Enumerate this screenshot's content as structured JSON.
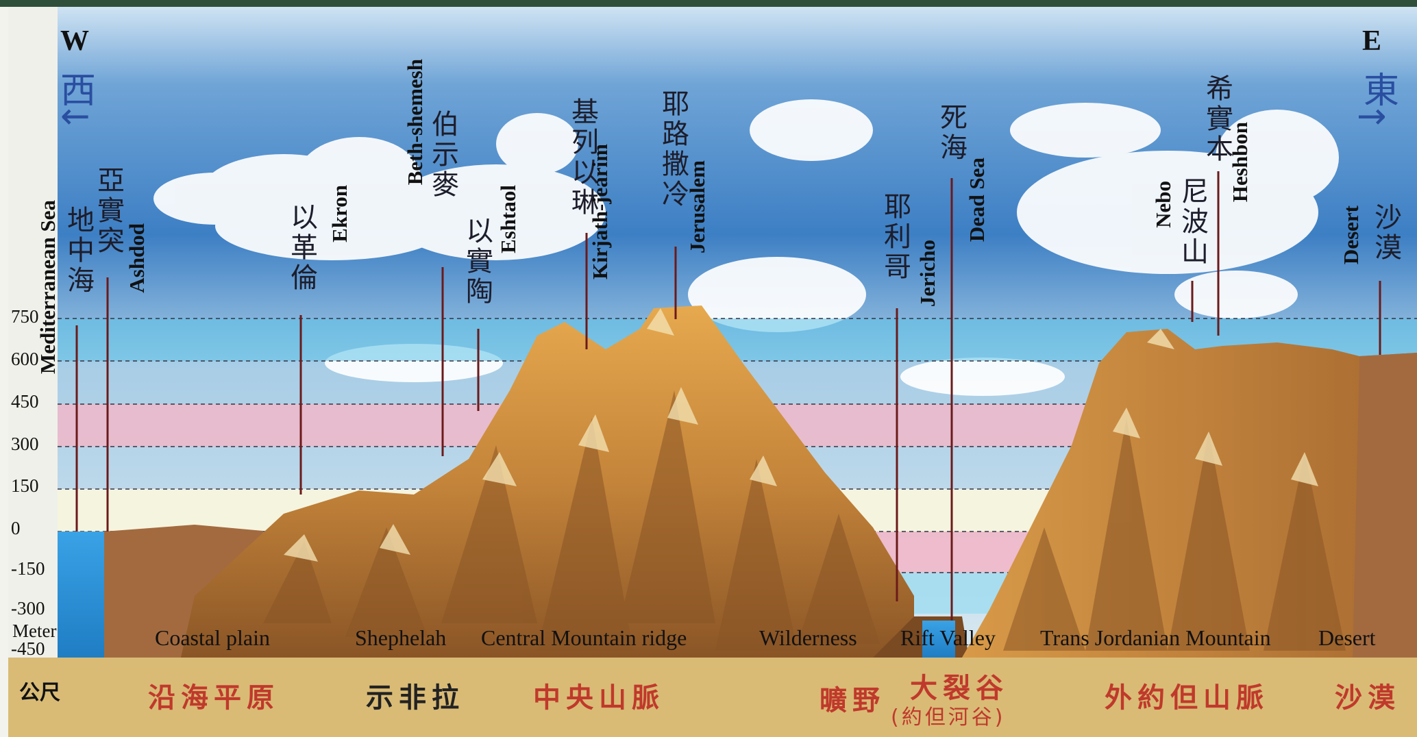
{
  "directions": {
    "west_letter": "W",
    "west_cn": "西",
    "west_arrow": "←",
    "east_letter": "E",
    "east_cn": "東",
    "east_arrow": "→"
  },
  "elevation_axis": {
    "ticks": [
      "750",
      "600",
      "450",
      "300",
      "150",
      "0",
      "-150",
      "-300",
      "-450"
    ],
    "unit_en": "Meter",
    "unit_cn": "公尺"
  },
  "places": [
    {
      "cn": "地中海",
      "en": "Mediterranean Sea"
    },
    {
      "cn": "亞實突",
      "en": "Ashdod"
    },
    {
      "cn": "以革倫",
      "en": "Ekron"
    },
    {
      "cn": "伯示麥",
      "en": "Beth-shemesh"
    },
    {
      "cn": "以實陶",
      "en": "Eshtaol"
    },
    {
      "cn": "基列以琳",
      "en": "Kirjath-jearim"
    },
    {
      "cn": "耶路撒冷",
      "en": "Jerusalem"
    },
    {
      "cn": "耶利哥",
      "en": "Jericho"
    },
    {
      "cn": "死海",
      "en": "Dead Sea"
    },
    {
      "cn": "尼波山",
      "en": "Nebo"
    },
    {
      "cn": "希實本",
      "en": "Heshbon"
    },
    {
      "cn": "沙漠",
      "en": "Desert"
    }
  ],
  "regions_en": [
    "Coastal plain",
    "Shephelah",
    "Central Mountain ridge",
    "Wilderness",
    "Rift Valley",
    "Trans Jordanian Mountain",
    "Desert"
  ],
  "regions_cn": [
    {
      "label": "沿海平原",
      "color": "#c0392b"
    },
    {
      "label": "示非拉",
      "color": "#222222"
    },
    {
      "label": "中央山脈",
      "color": "#c0392b"
    },
    {
      "label": "曠野",
      "color": "#c0392b"
    },
    {
      "label": "大裂谷",
      "color": "#c0392b"
    },
    {
      "label": "外約但山脈",
      "color": "#c0392b"
    },
    {
      "label": "沙漠",
      "color": "#c0392b"
    }
  ],
  "rift_valley_subtitle_cn": "(約但河谷)"
}
